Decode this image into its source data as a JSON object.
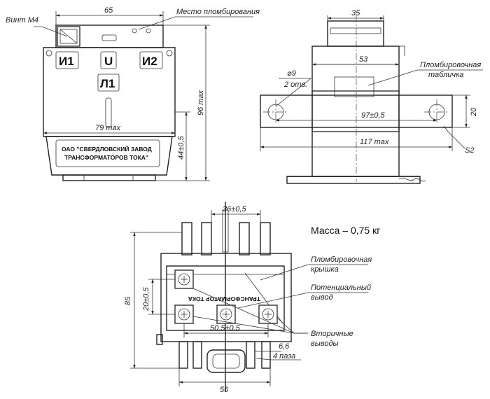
{
  "front_view": {
    "top_width": "65",
    "screw_label": "Винт М4",
    "seal_place_label": "Место пломбирования",
    "terminal_i1": "И1",
    "terminal_u": "U",
    "terminal_i2": "И2",
    "terminal_l1": "Л1",
    "inner_width": "79 max",
    "height": "96 max",
    "lower_height": "44±0,5",
    "plate_line1": "ОАО \"СВЕРДЛОВСКИЙ ЗАВОД",
    "plate_line2": "ТРАНСФОРМАТОРОВ ТОКА\""
  },
  "side_view": {
    "top_width": "35",
    "body_width": "53",
    "hole_diameter": "⌀9",
    "hole_count": "2 отв.",
    "hole_spacing": "97±0,5",
    "bar_length": "117 max",
    "bar_height": "20",
    "thickness": "S2",
    "nameplate_label_1": "Пломбировочная",
    "nameplate_label_2": "табличка"
  },
  "bottom_view": {
    "top_dimension": "36±0,5",
    "overall_height": "85",
    "terminal_spacing_v": "20±0,5",
    "terminal_spacing_h": "50,5±0,5",
    "slot_width": "6,6",
    "slot_count": "4 паза",
    "base_width": "56",
    "seal_cover_label_1": "Пломбировочная",
    "seal_cover_label_2": "крышка",
    "potential_label_1": "Потенциальный",
    "potential_label_2": "вывод",
    "secondary_label_1": "Вторичные",
    "secondary_label_2": "выводы",
    "cover_text": "ТРАНСФОРМАТОР ТОКА"
  },
  "mass_label": "Масса – 0,75 кг"
}
